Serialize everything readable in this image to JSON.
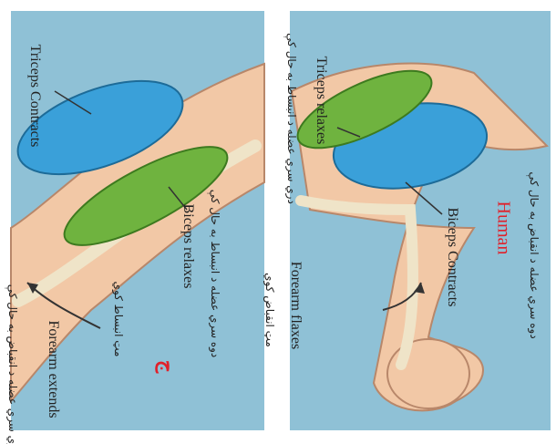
{
  "labels": {
    "title": "Human",
    "triceps_relaxes": "Triceps relaxes",
    "triceps_relaxes_ar": "دري سري عضله د انبساط به حال کې",
    "biceps_contracts": "Biceps Contracts",
    "biceps_contracts_ar": "دوه سري عضله د انقباض به حال کې",
    "forearm_flexes": "Forearm flaxes",
    "forearm_flexes_ar": "مټ انقباض کوي",
    "triceps_contracts": "Triceps Contracts",
    "triceps_contracts_ar": "دري سري عضله د انقباض به حال کې",
    "biceps_relaxes": "Biceps relaxes",
    "biceps_relaxes_ar": "دوه سري عضله د انبساط به حال کې",
    "forearm_extends": "Forearm extends",
    "forearm_extends_ar": "مټ انبساط کوي",
    "panel_mark": "ج"
  },
  "colors": {
    "background": "#8fc1d6",
    "skin": "#f2c8a6",
    "biceps": "#3aa0d9",
    "triceps": "#6fb33f",
    "accent": "#e0202a"
  }
}
